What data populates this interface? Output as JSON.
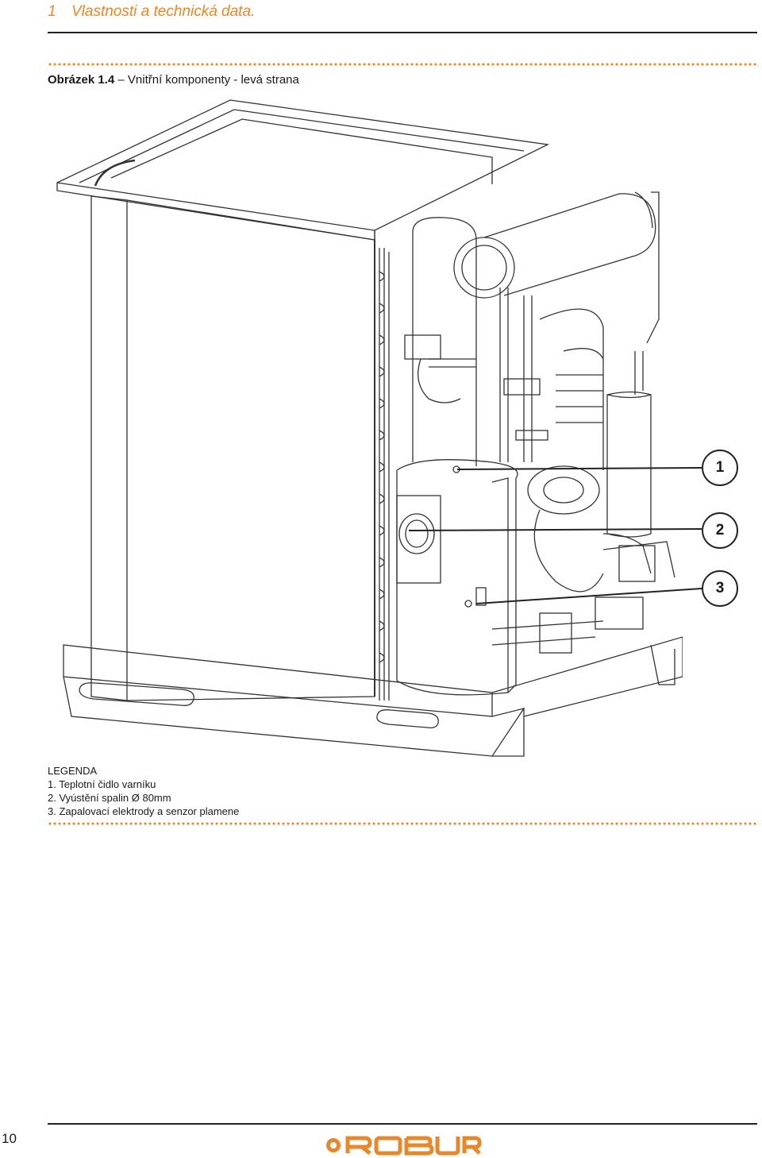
{
  "header": {
    "chapter_number": "1",
    "chapter_title": "Vlastnosti a technická data."
  },
  "figure": {
    "label": "Obrázek 1.4",
    "caption": "– Vnitřní komponenty - levá strana",
    "callouts": [
      "1",
      "2",
      "3"
    ]
  },
  "legend": {
    "title": "LEGENDA",
    "items": [
      "1. Teplotní čidlo varníku",
      "2. Vyústění spalin Ø 80mm",
      "3. Zapalovací elektrody a senzor plamene"
    ]
  },
  "footer": {
    "page_number": "10",
    "logo": "ROBUR"
  },
  "colors": {
    "accent": "#e8882a",
    "logo": "#e8882a",
    "line": "#222222"
  }
}
